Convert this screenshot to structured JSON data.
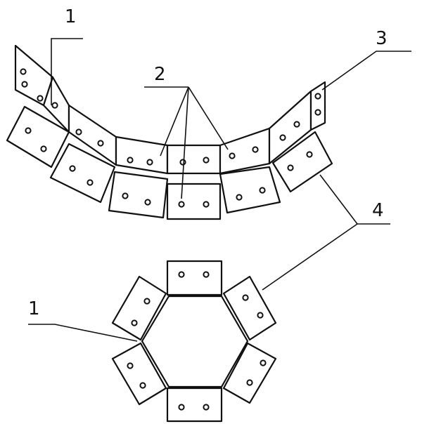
{
  "figure": {
    "labels": {
      "upper_strip": "1",
      "fasteners": "2",
      "end_plate": "3",
      "pads": "4",
      "lower_strip": "1"
    }
  },
  "colors": {
    "line": "#111111",
    "background": "#ffffff"
  }
}
